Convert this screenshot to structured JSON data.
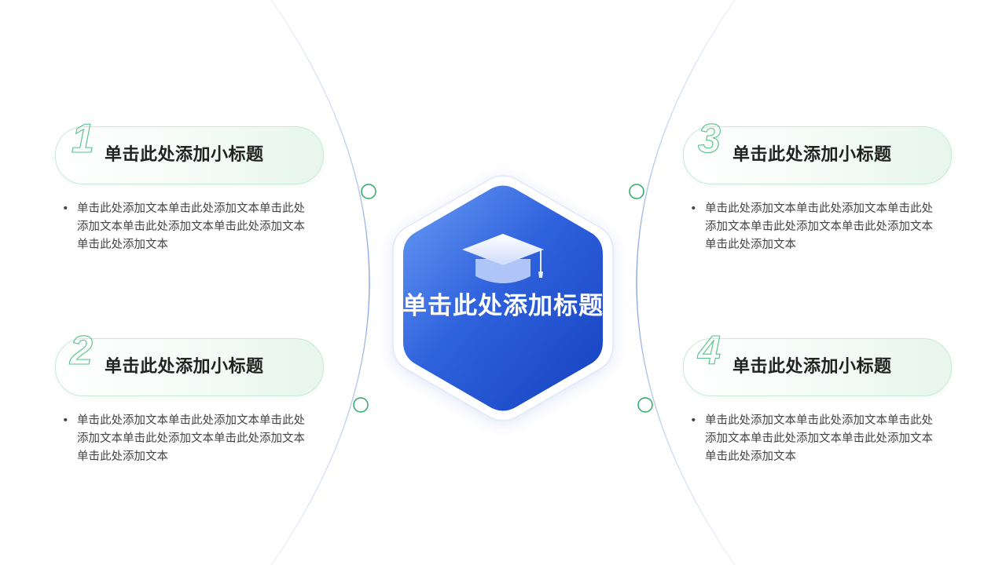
{
  "center": {
    "title": "单击此处添加标题",
    "icon": "graduation-cap-icon"
  },
  "items": [
    {
      "number": "1",
      "title": "单击此处添加小标题",
      "text": "单击此处添加文本单击此处添加文本单击此处添加文本单击此处添加文本单击此处添加文本单击此处添加文本"
    },
    {
      "number": "2",
      "title": "单击此处添加小标题",
      "text": "单击此处添加文本单击此处添加文本单击此处添加文本单击此处添加文本单击此处添加文本单击此处添加文本"
    },
    {
      "number": "3",
      "title": "单击此处添加小标题",
      "text": "单击此处添加文本单击此处添加文本单击此处添加文本单击此处添加文本单击此处添加文本单击此处添加文本"
    },
    {
      "number": "4",
      "title": "单击此处添加小标题",
      "text": "单击此处添加文本单击此处添加文本单击此处添加文本单击此处添加文本单击此处添加文本单击此处添加文本"
    }
  ],
  "bullet": "•",
  "colors": {
    "accent_blue_light": "#5a8ff0",
    "accent_blue_dark": "#1646c4",
    "accent_green": "#2ea866",
    "arc": "#9bb5e8"
  }
}
